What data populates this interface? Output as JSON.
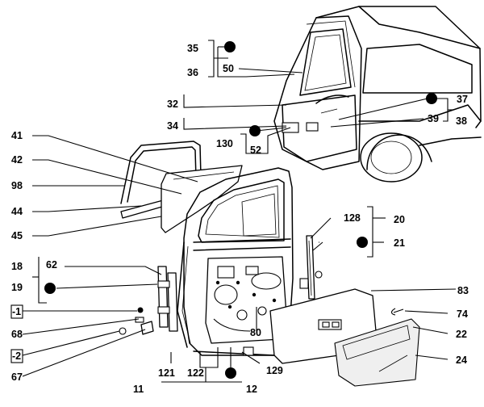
{
  "callouts": {
    "c35": "35",
    "c50": "50",
    "c36": "36",
    "c32": "32",
    "c34": "34",
    "c37": "37",
    "c39": "39",
    "c38": "38",
    "c130": "130",
    "c52": "52",
    "c41": "41",
    "c42": "42",
    "c98": "98",
    "c44": "44",
    "c45": "45",
    "c128": "128",
    "c20": "20",
    "c21": "21",
    "c18": "18",
    "c62": "62",
    "c19": "19",
    "c83": "83",
    "c74": "74",
    "c22": "22",
    "c24": "24",
    "c80": "80",
    "cm1": "-1",
    "c68": "68",
    "cm2": "-2",
    "c67": "67",
    "c121": "121",
    "c122": "122",
    "c129": "129",
    "c11": "11",
    "c12": "12"
  }
}
